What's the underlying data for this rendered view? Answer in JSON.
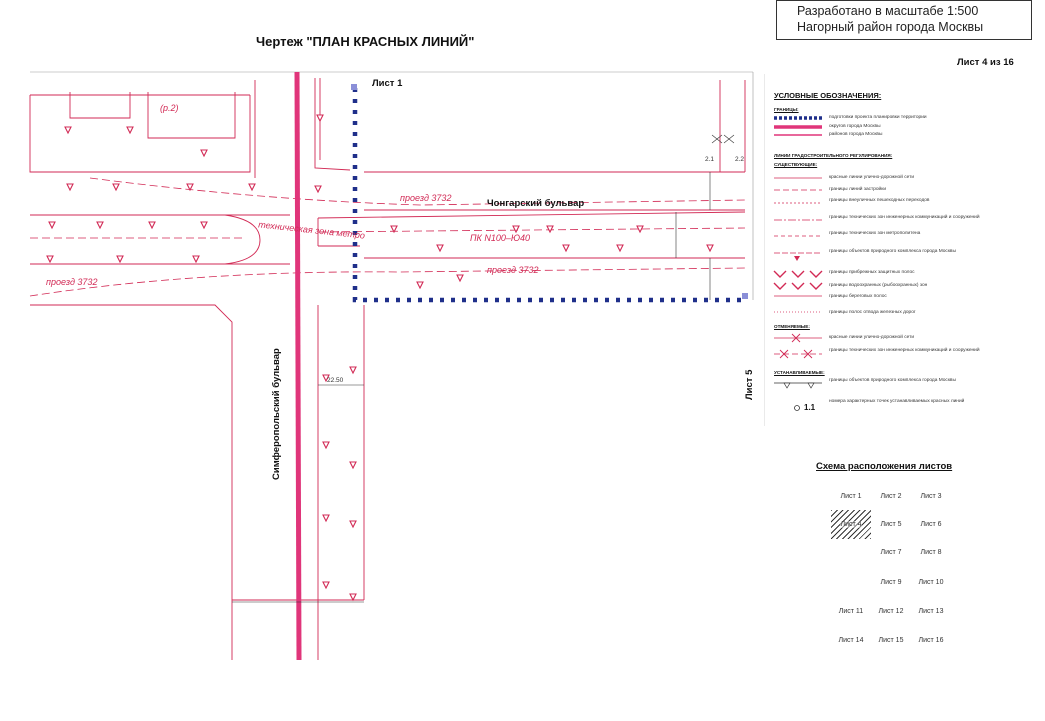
{
  "stamp": {
    "scale_line": "Разработано в масштабе 1:500",
    "district_line": "Нагорный район города Москвы"
  },
  "title": "Чертеж \"ПЛАН КРАСНЫХ ЛИНИЙ\"",
  "sheet_counter": "Лист 4 из 16",
  "map": {
    "sheet_north": "Лист 1",
    "sheet_east": "Лист 5",
    "streets": {
      "chongarsky": "Чонгарский бульвар",
      "simferopolsky": "Симферопольский бульвар"
    },
    "roads": {
      "proezd_top": "проезд 3732",
      "proezd_mid": "проезд 3732",
      "proezd_left": "проезд 3732",
      "tech_zone": "техническая зона метро",
      "pk": "ПК N100–Ю40",
      "rp": "(р.2)"
    },
    "dims": {
      "d1": "2.1",
      "d2": "2.2",
      "w1": "22.50"
    }
  },
  "legend": {
    "title": "УСЛОВНЫЕ ОБОЗНАЧЕНИЯ:",
    "section_boundaries": "ГРАНИЦЫ:",
    "boundaries": [
      "подготовки проекта планировки территории",
      "округов города Москвы",
      "районов города Москвы"
    ],
    "section_lines": "ЛИНИИ ГРАДОСТРОИТЕЛЬНОГО РЕГУЛИРОВАНИЯ:",
    "section_existing": "СУЩЕСТВУЮЩИЕ:",
    "existing": [
      "красные линии улично-дорожной сети",
      "границы линий застройки",
      "границы внеуличных пешеходных переходов",
      "границы технических зон инженерных коммуникаций и сооружений",
      "границы технических зон метрополитена",
      "границы объектов природного комплекса города Москвы",
      "границы прибрежных защитных полос",
      "границы водоохранных (рыбоохранных) зон",
      "границы береговых полос",
      "границы полос отвода железных дорог"
    ],
    "section_cancelled": "ОТМЕНЯЕМЫЕ:",
    "cancelled": [
      "красные линии улично-дорожной сети",
      "границы технических зон инженерных коммуникаций и сооружений"
    ],
    "section_established": "УСТАНАВЛИВАЕМЫЕ:",
    "established": [
      "границы объектов природного комплекса города Москвы",
      "номера характерных точек устанавливаемых красных линий"
    ],
    "point_sample": "1.1"
  },
  "scheme": {
    "title": "Схема расположения листов",
    "sheets": [
      "Лист 1",
      "Лист 2",
      "Лист 3",
      "Лист 4",
      "Лист 5",
      "Лист 6",
      "Лист 7",
      "Лист 8",
      "Лист 9",
      "Лист 10",
      "Лист 11",
      "Лист 12",
      "Лист 13",
      "Лист 14",
      "Лист 15",
      "Лист 16"
    ],
    "current_sheet": "Лист 4"
  },
  "colors": {
    "red_line": "#d22a55",
    "okrug_boundary": "#e0357a",
    "project_boundary": "#1f2f8a"
  }
}
